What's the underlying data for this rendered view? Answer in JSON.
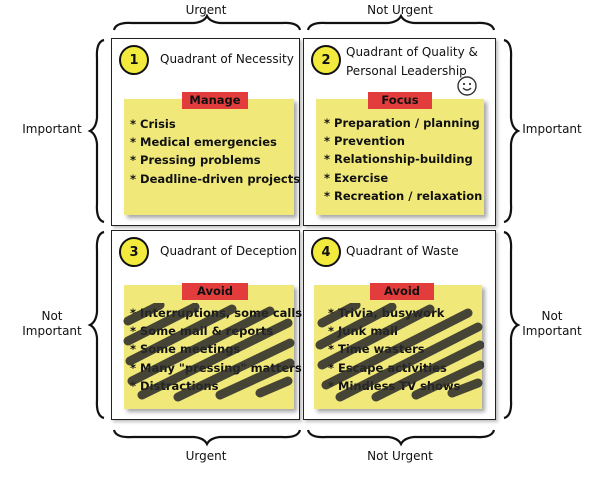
{
  "axes": {
    "top_left": "Urgent",
    "top_right": "Not Urgent",
    "bottom_left": "Urgent",
    "bottom_right": "Not Urgent",
    "left_top": "Important",
    "left_bottom_1": "Not",
    "left_bottom_2": "Important",
    "right_top": "Important",
    "right_bottom_1": "Not",
    "right_bottom_2": "Important"
  },
  "quadrants": [
    {
      "number": "1",
      "title": "Quadrant of Necessity",
      "tag": "Manage",
      "items": [
        "* Crisis",
        "* Medical emergencies",
        "* Pressing problems",
        "* Deadline-driven projects"
      ]
    },
    {
      "number": "2",
      "title_line1": "Quadrant of Quality &",
      "title_line2": "Personal Leadership",
      "tag": "Focus",
      "items": [
        "* Preparation / planning",
        "* Prevention",
        "* Relationship-building",
        "* Exercise",
        "* Recreation / relaxation"
      ]
    },
    {
      "number": "3",
      "title": "Quadrant of Deception",
      "tag": "Avoid",
      "items": [
        "* Interruptions, some calls",
        "* Some mail & reports",
        "* Some meetings",
        "* Many \"pressing\" matters",
        "* Distractions"
      ]
    },
    {
      "number": "4",
      "title": "Quadrant of Waste",
      "tag": "Avoid",
      "items": [
        "* Trivia, busywork",
        "* Junk mail",
        "* Time wasters",
        "* Escape activities",
        "* Mindless TV shows"
      ]
    }
  ],
  "colors": {
    "note": "#f0e97a",
    "tape": "#e23c3c",
    "badge": "#f2ea3c",
    "scribble": "#2a2a2a"
  },
  "icons": [
    "smiley-icon"
  ]
}
